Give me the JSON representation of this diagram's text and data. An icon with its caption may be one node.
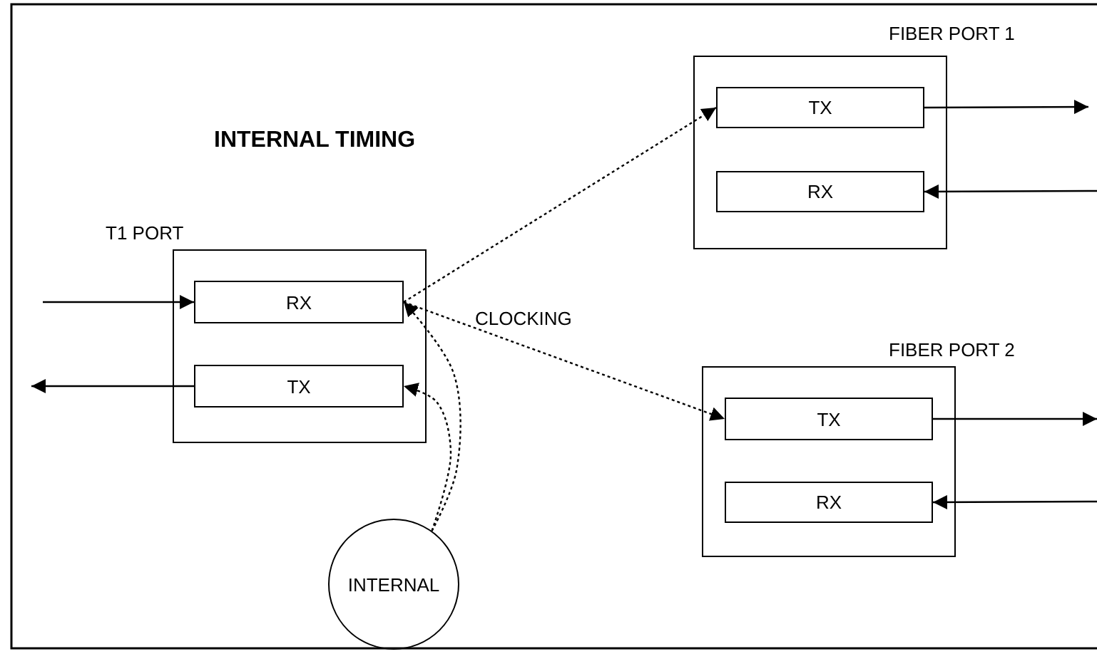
{
  "diagram": {
    "title": "INTERNAL TIMING",
    "nodes": [
      {
        "text": [
          "T1 PORT"
        ]
      },
      {
        "text": [
          "RX"
        ],
        "in": 0
      },
      {
        "text": [
          "TX"
        ],
        "in": 0
      },
      {
        "text": [
          "FIBER PORT 1"
        ]
      },
      {
        "text": [
          "TX"
        ],
        "in": 3
      },
      {
        "text": [
          "RX"
        ],
        "in": 3
      },
      {
        "text": [
          "FIBER PORT 2"
        ]
      },
      {
        "text": [
          "TX"
        ],
        "in": 6
      },
      {
        "text": [
          "RX"
        ],
        "in": 6
      },
      {
        "text": [
          "INTERNAL"
        ]
      }
    ],
    "edges": [
      {
        "from": null,
        "to": 1,
        "arrow": "to"
      },
      {
        "from": 2,
        "to": null,
        "arrow": "to"
      },
      {
        "from": 1,
        "to": 4,
        "arrow": "to",
        "style": "dashed"
      },
      {
        "from": 1,
        "to": 7,
        "arrow": "to",
        "style": "dashed"
      },
      {
        "from": 9,
        "to": 1,
        "arrow": "to",
        "style": "dashed"
      },
      {
        "from": 9,
        "to": 2,
        "arrow": "to",
        "style": "dashed"
      },
      {
        "from": 4,
        "to": null,
        "arrow": "to"
      },
      {
        "from": null,
        "to": 5,
        "arrow": "to"
      },
      {
        "from": 7,
        "to": null,
        "arrow": "to"
      },
      {
        "from": null,
        "to": 8,
        "arrow": "to"
      }
    ],
    "labels": [
      "CLOCKING"
    ]
  }
}
